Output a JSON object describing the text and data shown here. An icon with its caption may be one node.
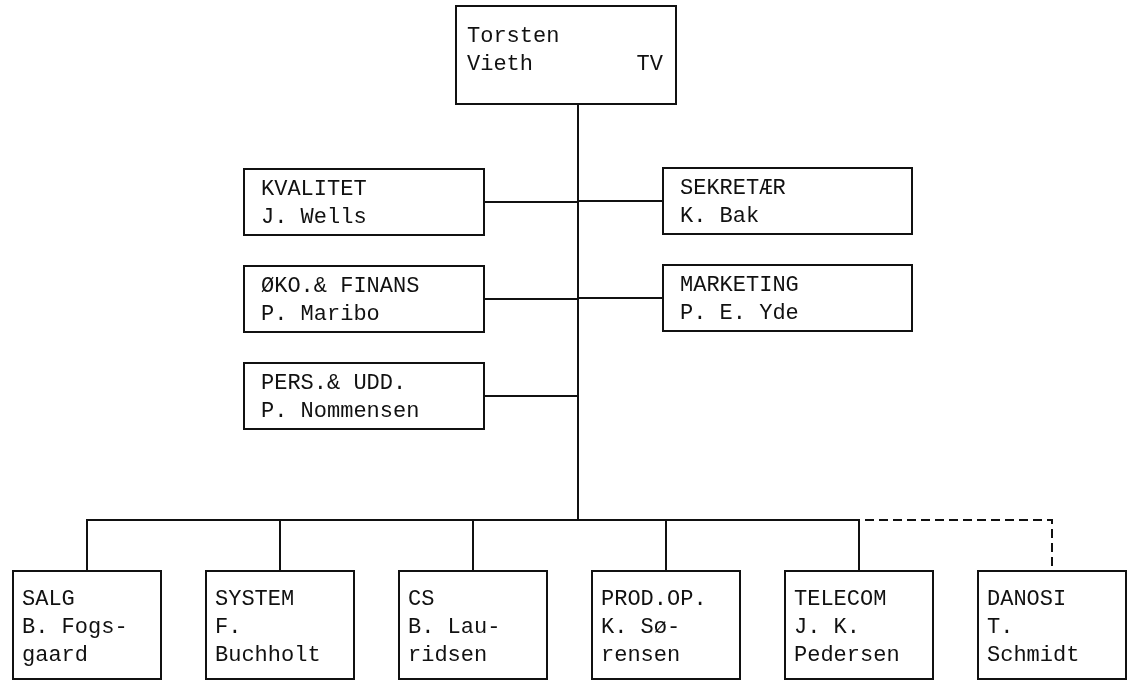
{
  "diagram": {
    "nodes": [
      {
        "text": [
          "Torsten Vieth",
          "TV"
        ]
      },
      {
        "text": [
          "KVALITET",
          "J. Wells"
        ]
      },
      {
        "text": [
          "SEKRETÆR",
          "K. Bak"
        ]
      },
      {
        "text": [
          "ØKO.& FINANS",
          "P. Maribo"
        ]
      },
      {
        "text": [
          "MARKETING",
          "P. E. Yde"
        ]
      },
      {
        "text": [
          "PERS.& UDD.",
          "P. Nommensen"
        ]
      },
      {
        "text": [
          "SALG",
          "B. Fogs- gaard"
        ]
      },
      {
        "text": [
          "SYSTEM",
          "F. Buchholt"
        ]
      },
      {
        "text": [
          "CS",
          "B. Lau- ridsen"
        ]
      },
      {
        "text": [
          "PROD.OP.",
          "K. Sø- rensen"
        ]
      },
      {
        "text": [
          "TELECOM",
          "J. K. Pedersen"
        ]
      },
      {
        "text": [
          "DANOSI",
          "T. Schmidt"
        ]
      }
    ],
    "edges": [
      {
        "from": 0,
        "to": 1,
        "arrow": "none"
      },
      {
        "from": 0,
        "to": 2,
        "arrow": "none"
      },
      {
        "from": 0,
        "to": 3,
        "arrow": "none"
      },
      {
        "from": 0,
        "to": 4,
        "arrow": "none"
      },
      {
        "from": 0,
        "to": 5,
        "arrow": "none"
      },
      {
        "from": 0,
        "to": 6,
        "arrow": "none"
      },
      {
        "from": 0,
        "to": 7,
        "arrow": "none"
      },
      {
        "from": 0,
        "to": 8,
        "arrow": "none"
      },
      {
        "from": 0,
        "to": 9,
        "arrow": "none"
      },
      {
        "from": 0,
        "to": 10,
        "arrow": "none"
      },
      {
        "from": 10,
        "to": 11,
        "arrow": "none",
        "style": "dashed"
      }
    ]
  }
}
